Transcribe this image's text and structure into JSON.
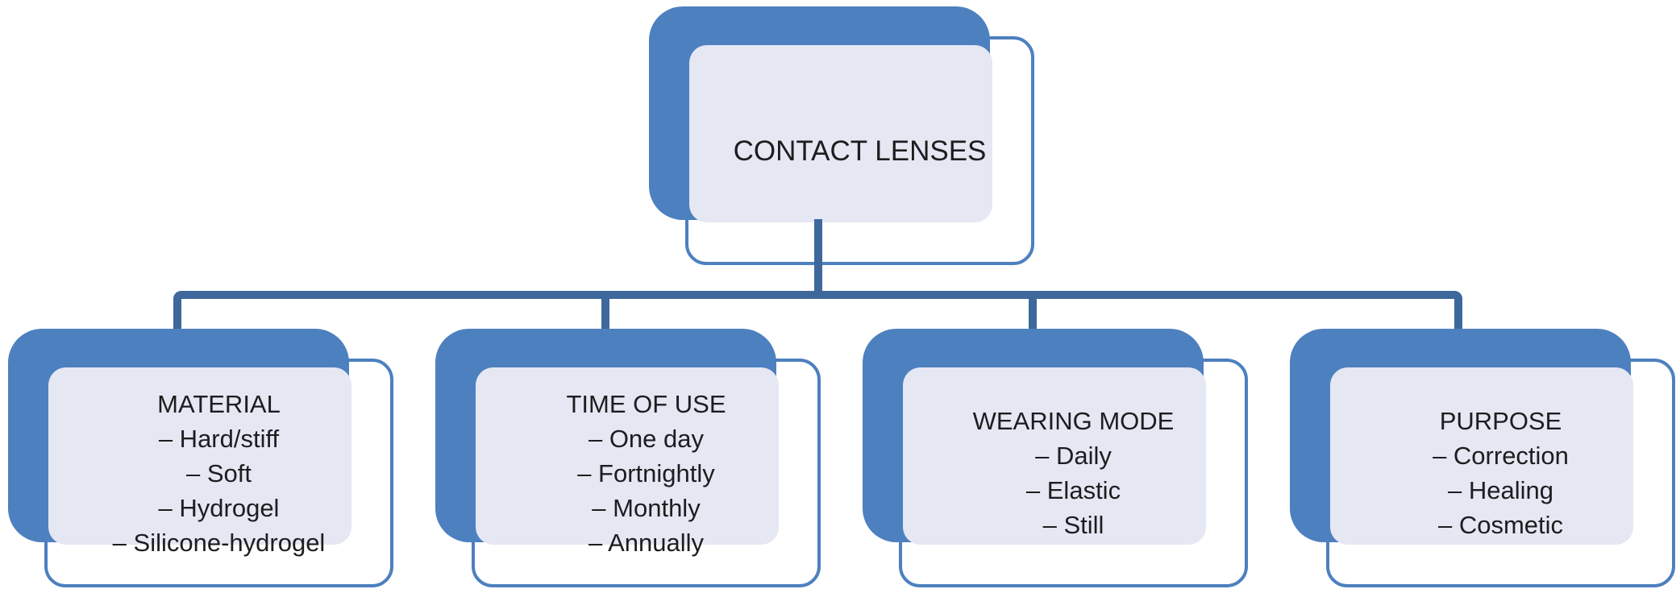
{
  "diagram": {
    "root": {
      "title": "CONTACT LENSES"
    },
    "children": [
      {
        "title": "MATERIAL",
        "items": [
          "– Hard/stiff",
          "– Soft",
          "– Hydrogel",
          "– Silicone-hydrogel"
        ]
      },
      {
        "title": "TIME OF USE",
        "items": [
          "– One day",
          "– Fortnightly",
          "– Monthly",
          "– Annually"
        ]
      },
      {
        "title": "WEARING MODE",
        "items": [
          "– Daily",
          "– Elastic",
          "– Still"
        ]
      },
      {
        "title": "PURPOSE",
        "items": [
          "– Correction",
          "– Healing",
          "– Cosmetic"
        ]
      }
    ],
    "colors": {
      "box_blue": "#4d80bf",
      "connector_blue": "#3e689c",
      "panel_lavender": "#e5e7f3",
      "frame_white": "#ffffff",
      "text": "#1d1d1f"
    }
  }
}
